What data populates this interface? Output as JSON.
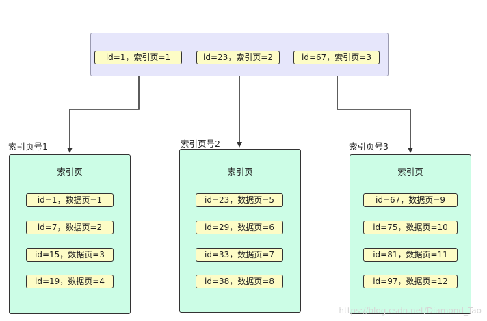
{
  "root": {
    "entries": [
      "id=1，索引页=1",
      "id=23，索引页=2",
      "id=67，索引页=3"
    ]
  },
  "pages": [
    {
      "label": "索引页号1",
      "title": "索引页",
      "entries": [
        "id=1，数据页=1",
        "id=7，数据页=2",
        "id=15，数据页=3",
        "id=19，数据页=4"
      ]
    },
    {
      "label": "索引页号2",
      "title": "索引页",
      "entries": [
        "id=23，数据页=5",
        "id=29，数据页=6",
        "id=33，数据页=7",
        "id=38，数据页=8"
      ]
    },
    {
      "label": "索引页号3",
      "title": "索引页",
      "entries": [
        "id=67，数据页=9",
        "id=75，数据页=10",
        "id=81，数据页=11",
        "id=97，数据页=12"
      ]
    }
  ],
  "watermark": "https://blog.csdn.net/Diamond_Tao",
  "colors": {
    "root_fill": "#e6e6fb",
    "entry_fill": "#fdfcc6",
    "page_fill": "#ccfde6",
    "stroke": "#333333"
  }
}
